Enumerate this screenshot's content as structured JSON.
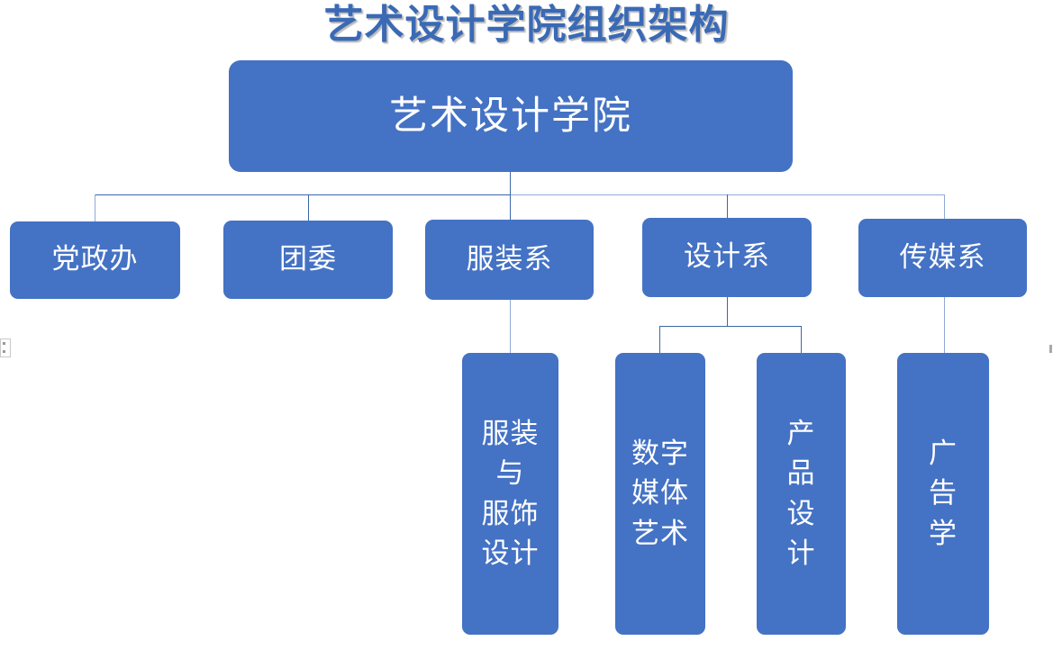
{
  "title": "艺术设计学院组织架构",
  "colors": {
    "node_fill": "#4472C4",
    "node_text": "#ffffff",
    "connector": "#3C67A8",
    "connector_light": "#8FAAD6",
    "title_text": "#3A6AB5",
    "title_outline": "#ffffff",
    "background": "#ffffff"
  },
  "chart_data": {
    "type": "diagram",
    "diagram_kind": "organization-chart",
    "title": "艺术设计学院组织架构",
    "root": {
      "id": "root",
      "label": "艺术设计学院",
      "level": 1
    },
    "nodes": [
      {
        "id": "n-dangzhengban",
        "label": "党政办",
        "level": 2,
        "parent": "root",
        "children": []
      },
      {
        "id": "n-tuanwei",
        "label": "团委",
        "level": 2,
        "parent": "root",
        "children": []
      },
      {
        "id": "n-fuzhuangxi",
        "label": "服装系",
        "level": 2,
        "parent": "root",
        "children": [
          "n-fuzhuang-fushi-sheji"
        ]
      },
      {
        "id": "n-shejixi",
        "label": "设计系",
        "level": 2,
        "parent": "root",
        "children": [
          "n-shuzi-meiti-yishu",
          "n-chanpin-sheji"
        ]
      },
      {
        "id": "n-chuanmeixi",
        "label": "传媒系",
        "level": 2,
        "parent": "root",
        "children": [
          "n-guanggaoxue"
        ]
      },
      {
        "id": "n-fuzhuang-fushi-sheji",
        "label": "服装\n与\n服饰\n设计",
        "plain_label": "服装与服饰设计",
        "level": 3,
        "parent": "n-fuzhuangxi",
        "children": []
      },
      {
        "id": "n-shuzi-meiti-yishu",
        "label": "数字\n媒体\n艺术",
        "plain_label": "数字媒体艺术",
        "level": 3,
        "parent": "n-shejixi",
        "children": []
      },
      {
        "id": "n-chanpin-sheji",
        "label": "产\n品\n设\n计",
        "plain_label": "产品设计",
        "level": 3,
        "parent": "n-shejixi",
        "children": []
      },
      {
        "id": "n-guanggaoxue",
        "label": "广\n告\n学",
        "plain_label": "广告学",
        "level": 3,
        "parent": "n-chuanmeixi",
        "children": []
      }
    ]
  },
  "nodes": {
    "root": {
      "label": "艺术设计学院"
    },
    "dangzhengban": {
      "label": "党政办"
    },
    "tuanwei": {
      "label": "团委"
    },
    "fuzhuangxi": {
      "label": "服装系"
    },
    "shejixi": {
      "label": "设计系"
    },
    "chuanmeixi": {
      "label": "传媒系"
    },
    "fuzhuang_fushi_sheji": {
      "label": "服装\n与\n服饰\n设计"
    },
    "shuzi_meiti_yishu": {
      "label": "数字\n媒体\n艺术"
    },
    "chanpin_sheji": {
      "label": "产\n品\n设\n计"
    },
    "guanggaoxue": {
      "label": "广\n告\n学"
    }
  }
}
